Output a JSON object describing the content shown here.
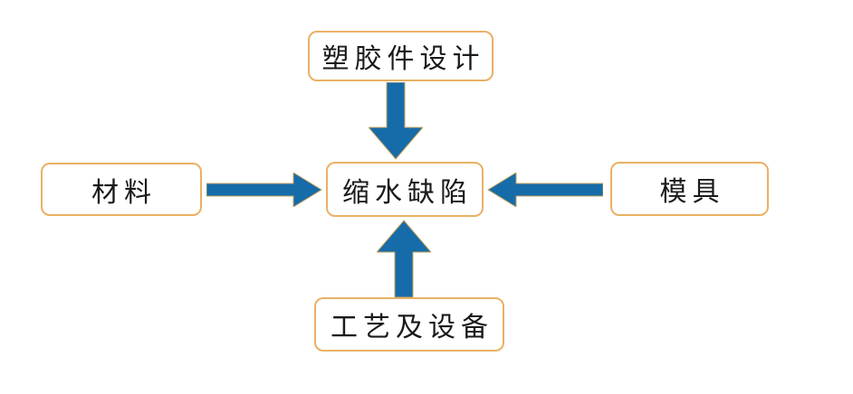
{
  "diagram": {
    "nodes": {
      "top": {
        "label": "塑胶件设计"
      },
      "left": {
        "label": "材料"
      },
      "center": {
        "label": "缩水缺陷"
      },
      "right": {
        "label": "模具"
      },
      "bottom": {
        "label": "工艺及设备"
      }
    },
    "arrows": [
      {
        "from": "top",
        "to": "center",
        "direction": "down"
      },
      {
        "from": "left",
        "to": "center",
        "direction": "right"
      },
      {
        "from": "right",
        "to": "center",
        "direction": "left"
      },
      {
        "from": "bottom",
        "to": "center",
        "direction": "up"
      }
    ]
  },
  "colors": {
    "arrow_fill": "#156ca8",
    "arrow_outline": "#c9a35f",
    "box_border": "#e9b164",
    "box_background": "#ffffff",
    "text": "#1a1a1a",
    "page_background": "#ffffff"
  }
}
